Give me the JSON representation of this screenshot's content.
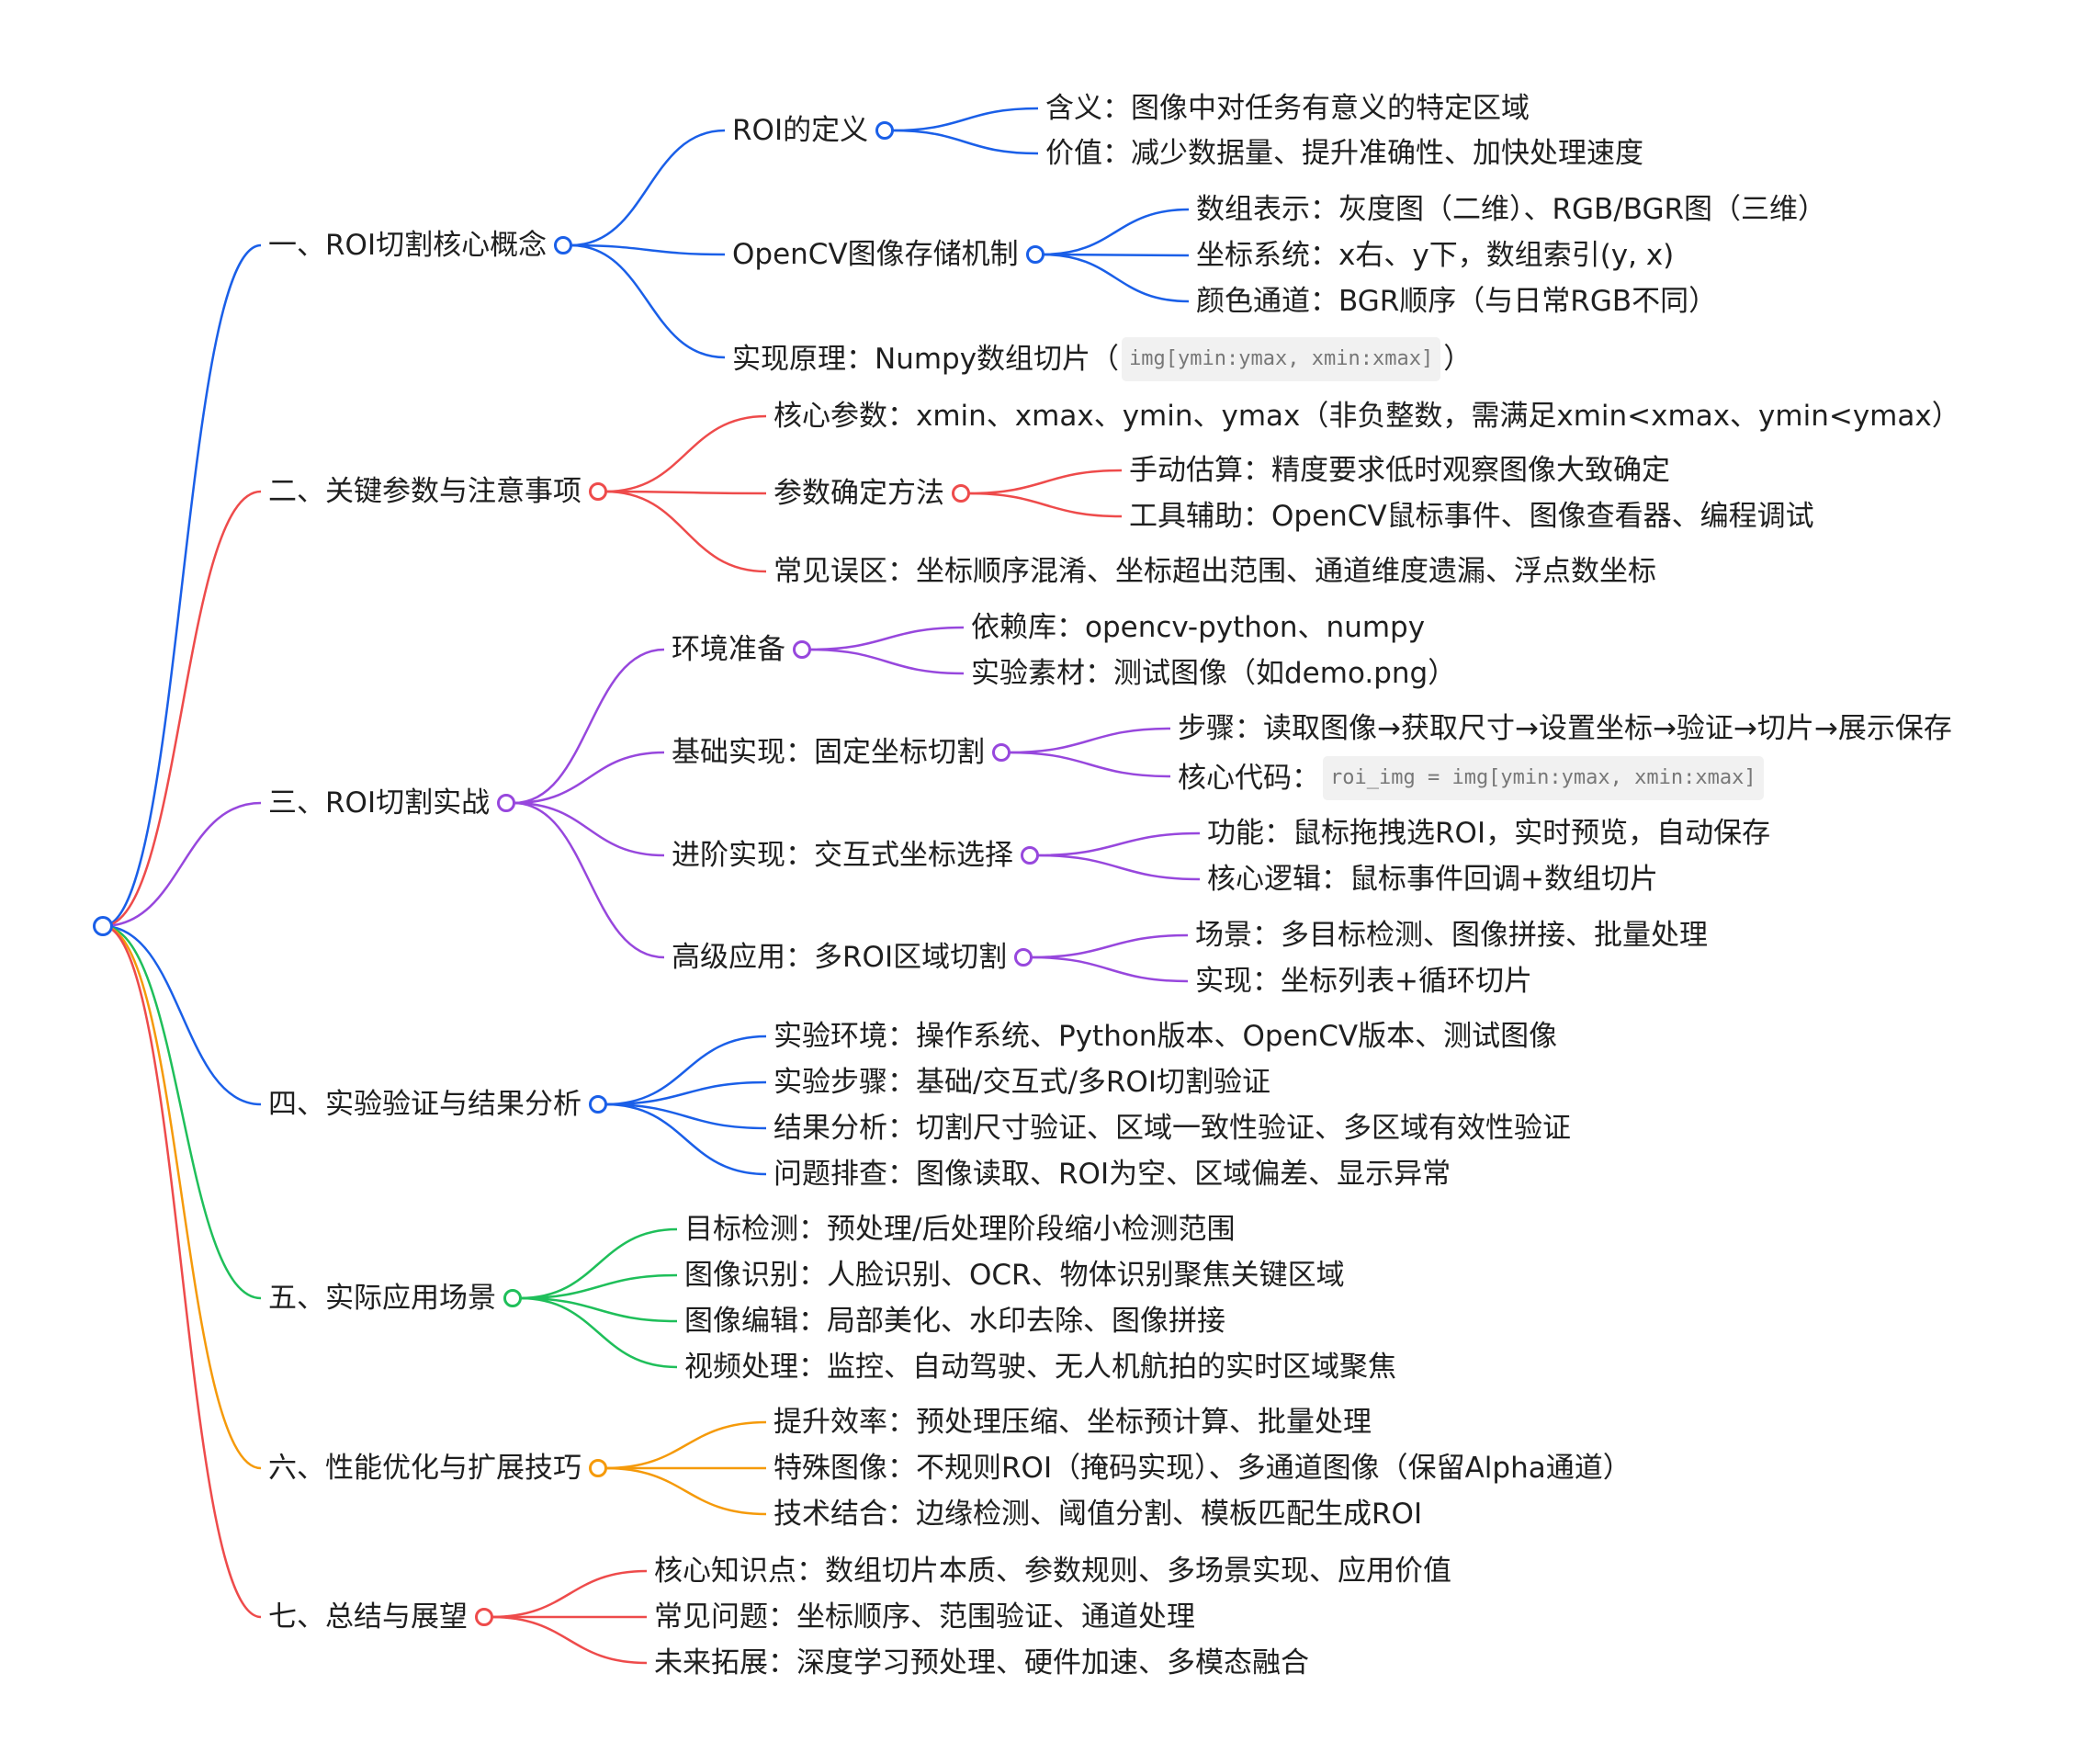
{
  "colors": {
    "blue": "#1a5fe8",
    "red": "#ee4b4b",
    "purple": "#9747dd",
    "green": "#1fbf5a",
    "orange": "#f59a0a"
  },
  "mindmap": {
    "branches": [
      {
        "label": "一、ROI切割核心概念",
        "color": "blue",
        "children": [
          {
            "label": "ROI的定义",
            "children": [
              {
                "label": "含义：图像中对任务有意义的特定区域"
              },
              {
                "label": "价值：减少数据量、提升准确性、加快处理速度"
              }
            ]
          },
          {
            "label": "OpenCV图像存储机制",
            "children": [
              {
                "label": "数组表示：灰度图（二维）、RGB/BGR图（三维）"
              },
              {
                "label": "坐标系统：x右、y下，数组索引(y, x)"
              },
              {
                "label": "颜色通道：BGR顺序（与日常RGB不同）"
              }
            ]
          },
          {
            "label": "实现原理：Numpy数组切片（",
            "code": "img[ymin:ymax, xmin:xmax]",
            "suffix": "）"
          }
        ]
      },
      {
        "label": "二、关键参数与注意事项",
        "color": "red",
        "children": [
          {
            "label": "核心参数：xmin、xmax、ymin、ymax（非负整数，需满足xmin<xmax、ymin<ymax）"
          },
          {
            "label": "参数确定方法",
            "children": [
              {
                "label": "手动估算：精度要求低时观察图像大致确定"
              },
              {
                "label": "工具辅助：OpenCV鼠标事件、图像查看器、编程调试"
              }
            ]
          },
          {
            "label": "常见误区：坐标顺序混淆、坐标超出范围、通道维度遗漏、浮点数坐标"
          }
        ]
      },
      {
        "label": "三、ROI切割实战",
        "color": "purple",
        "children": [
          {
            "label": "环境准备",
            "children": [
              {
                "label": "依赖库：opencv-python、numpy"
              },
              {
                "label": "实验素材：测试图像（如demo.png）"
              }
            ]
          },
          {
            "label": "基础实现：固定坐标切割",
            "children": [
              {
                "label": "步骤：读取图像→获取尺寸→设置坐标→验证→切片→展示保存"
              },
              {
                "label": "核心代码：",
                "code": "roi_img = img[ymin:ymax, xmin:xmax]"
              }
            ]
          },
          {
            "label": "进阶实现：交互式坐标选择",
            "children": [
              {
                "label": "功能：鼠标拖拽选ROI，实时预览，自动保存"
              },
              {
                "label": "核心逻辑：鼠标事件回调+数组切片"
              }
            ]
          },
          {
            "label": "高级应用：多ROI区域切割",
            "children": [
              {
                "label": "场景：多目标检测、图像拼接、批量处理"
              },
              {
                "label": "实现：坐标列表+循环切片"
              }
            ]
          }
        ]
      },
      {
        "label": "四、实验验证与结果分析",
        "color": "blue",
        "children": [
          {
            "label": "实验环境：操作系统、Python版本、OpenCV版本、测试图像"
          },
          {
            "label": "实验步骤：基础/交互式/多ROI切割验证"
          },
          {
            "label": "结果分析：切割尺寸验证、区域一致性验证、多区域有效性验证"
          },
          {
            "label": "问题排查：图像读取、ROI为空、区域偏差、显示异常"
          }
        ]
      },
      {
        "label": "五、实际应用场景",
        "color": "green",
        "children": [
          {
            "label": "目标检测：预处理/后处理阶段缩小检测范围"
          },
          {
            "label": "图像识别：人脸识别、OCR、物体识别聚焦关键区域"
          },
          {
            "label": "图像编辑：局部美化、水印去除、图像拼接"
          },
          {
            "label": "视频处理：监控、自动驾驶、无人机航拍的实时区域聚焦"
          }
        ]
      },
      {
        "label": "六、性能优化与扩展技巧",
        "color": "orange",
        "children": [
          {
            "label": "提升效率：预处理压缩、坐标预计算、批量处理"
          },
          {
            "label": "特殊图像：不规则ROI（掩码实现）、多通道图像（保留Alpha通道）"
          },
          {
            "label": "技术结合：边缘检测、阈值分割、模板匹配生成ROI"
          }
        ]
      },
      {
        "label": "七、总结与展望",
        "color": "red",
        "children": [
          {
            "label": "核心知识点：数组切片本质、参数规则、多场景实现、应用价值"
          },
          {
            "label": "常见问题：坐标顺序、范围验证、通道处理"
          },
          {
            "label": "未来拓展：深度学习预处理、硬件加速、多模态融合"
          }
        ]
      }
    ]
  }
}
